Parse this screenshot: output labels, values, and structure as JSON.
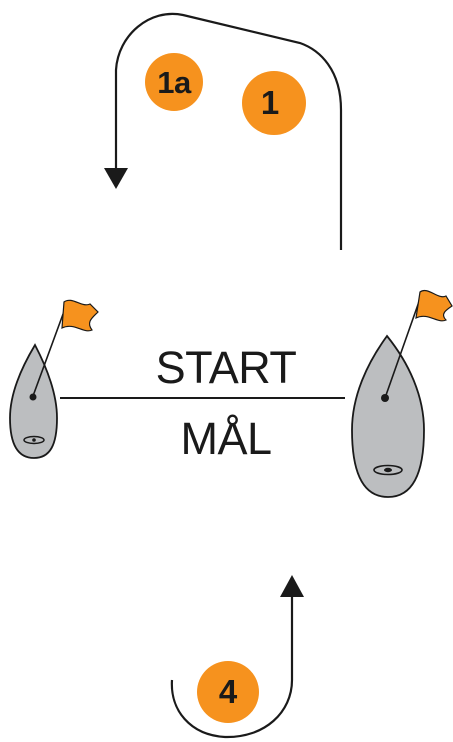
{
  "start_label": "START",
  "goal_label": "MÅL",
  "marks": [
    {
      "id": "1a",
      "label": "1a"
    },
    {
      "id": "1",
      "label": "1"
    },
    {
      "id": "4",
      "label": "4"
    }
  ],
  "colors": {
    "mark_fill": "#F6921E",
    "flag": "#F6921E",
    "boat_fill": "#BCBEC0",
    "line": "#1a1a1a"
  }
}
